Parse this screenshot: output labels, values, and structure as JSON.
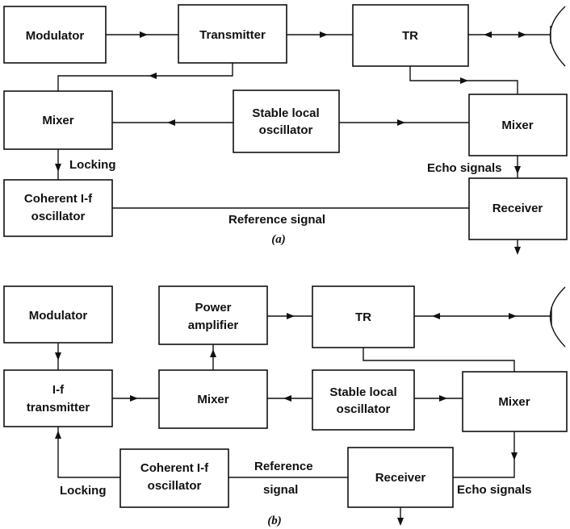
{
  "diagram_a": {
    "caption": "(a)",
    "modulator": "Modulator",
    "transmitter": "Transmitter",
    "tr": "TR",
    "mixer_left": "Mixer",
    "stalo": [
      "Stable local",
      "oscillator"
    ],
    "mixer_right": "Mixer",
    "coho": [
      "Coherent I-f",
      "oscillator"
    ],
    "receiver": "Receiver",
    "locking": "Locking",
    "echo_signals": "Echo signals",
    "reference_signal": "Reference signal"
  },
  "diagram_b": {
    "caption": "(b)",
    "modulator": "Modulator",
    "power_amp": [
      "Power",
      "amplifier"
    ],
    "tr": "TR",
    "if_transmitter": [
      "I-f",
      "transmitter"
    ],
    "mixer_center": "Mixer",
    "stalo": [
      "Stable local",
      "oscillator"
    ],
    "mixer_right": "Mixer",
    "coho": [
      "Coherent I-f",
      "oscillator"
    ],
    "receiver": "Receiver",
    "locking": "Locking",
    "reference": [
      "Reference",
      "signal"
    ],
    "echo_signals": "Echo signals"
  }
}
